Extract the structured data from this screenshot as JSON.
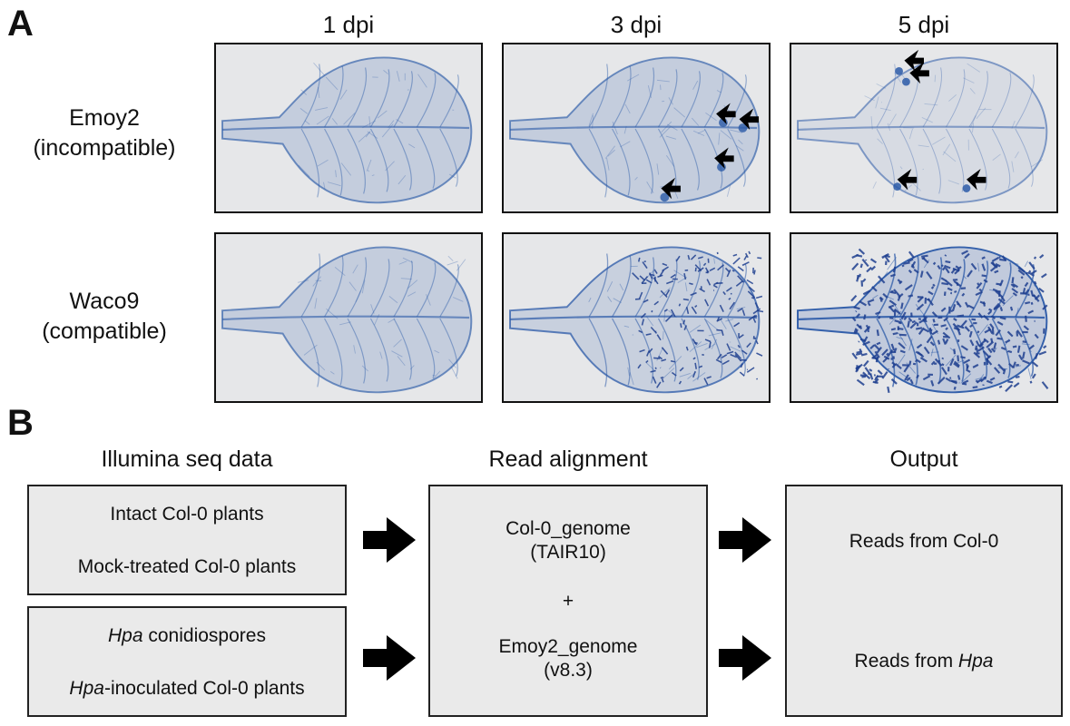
{
  "panelA": {
    "letter": "A",
    "columns": [
      "1 dpi",
      "3 dpi",
      "5 dpi"
    ],
    "rows": [
      {
        "name": "Emoy2",
        "type": "(incompatible)"
      },
      {
        "name": "Waco9",
        "type": "(compatible)"
      }
    ]
  },
  "panelB": {
    "letter": "B",
    "step1": {
      "title": "Illumina seq data",
      "box1": {
        "line1": "Intact Col-0 plants",
        "line2": "Mock-treated Col-0 plants"
      },
      "box2": {
        "line1_italic": "Hpa",
        "line1_rest": " conidiospores",
        "line2_italic": "Hpa",
        "line2_rest": "-inoculated Col-0 plants"
      }
    },
    "step2": {
      "title": "Read alignment",
      "genome1": "Col-0_genome",
      "genome1_version": "(TAIR10)",
      "plus": "+",
      "genome2": "Emoy2_genome",
      "genome2_version": "(v8.3)"
    },
    "step3": {
      "title": "Output",
      "out1": "Reads from Col-0",
      "out2_prefix": "Reads from ",
      "out2_italic": "Hpa"
    }
  },
  "colors": {
    "stain_blue": "#2b5aa8",
    "box_fill": "#eaeaea",
    "frame_bg": "#e6e7e9"
  }
}
